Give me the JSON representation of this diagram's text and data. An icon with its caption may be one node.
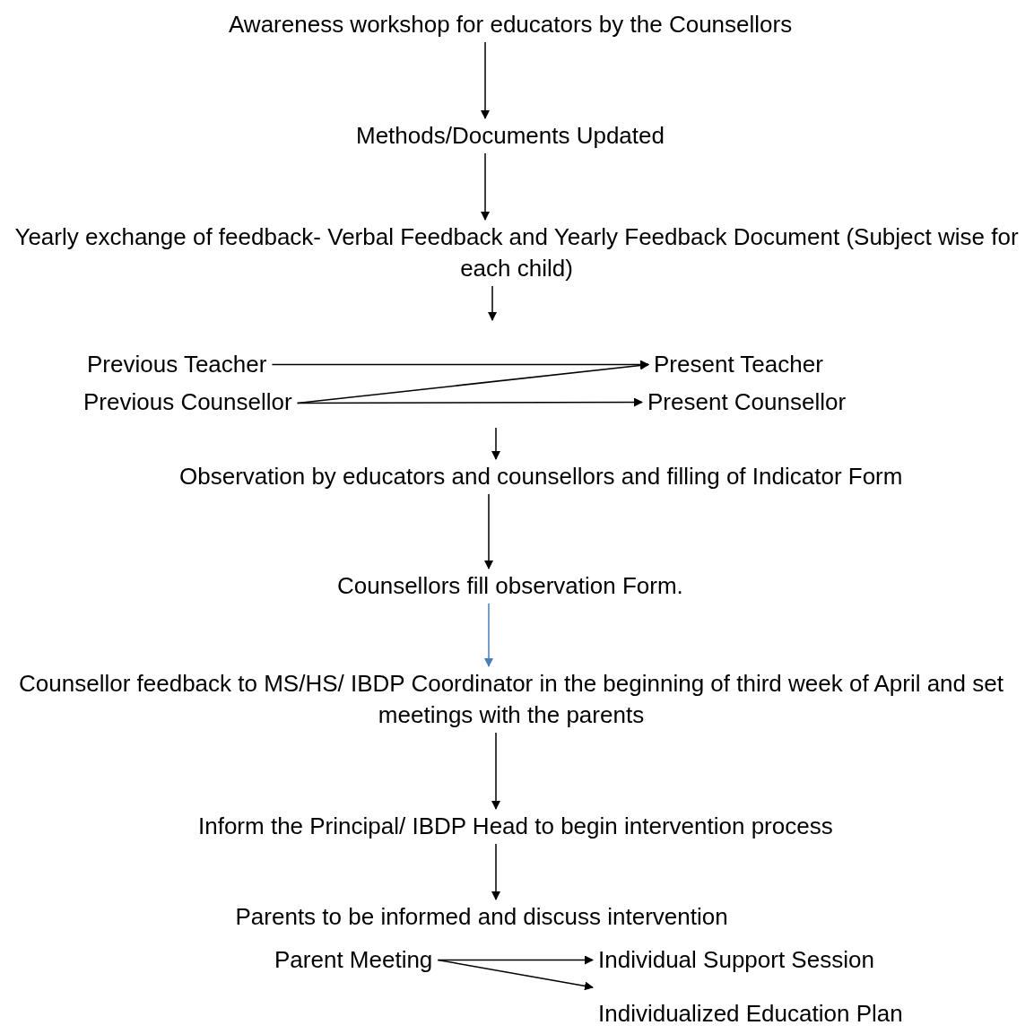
{
  "diagram": {
    "nodes": [
      {
        "text": [
          "Awareness workshop for educators by the Counsellors"
        ]
      },
      {
        "text": [
          "Methods/Documents Updated"
        ]
      },
      {
        "text": [
          "Yearly exchange of feedback- Verbal Feedback and Yearly Feedback Document (Subject wise for each child)"
        ]
      },
      {
        "text": [
          "Previous Teacher"
        ]
      },
      {
        "text": [
          "Present Teacher"
        ]
      },
      {
        "text": [
          "Previous Counsellor"
        ]
      },
      {
        "text": [
          "Present Counsellor"
        ]
      },
      {
        "text": [
          "Observation by educators and counsellors and filling of Indicator Form"
        ]
      },
      {
        "text": [
          "Counsellors fill observation Form."
        ]
      },
      {
        "text": [
          "Counsellor feedback to MS/HS/ IBDP Coordinator in the beginning of third week of April and set meetings with the parents"
        ]
      },
      {
        "text": [
          "Inform the Principal/ IBDP Head to begin intervention process"
        ]
      },
      {
        "text": [
          "Parents to be informed and discuss intervention"
        ]
      },
      {
        "text": [
          "Parent Meeting"
        ]
      },
      {
        "text": [
          "Individual Support Session"
        ]
      },
      {
        "text": [
          "Individualized Education Plan"
        ]
      }
    ],
    "edges": [
      {
        "from": 0,
        "to": 1,
        "arrow": "to"
      },
      {
        "from": 1,
        "to": 2,
        "arrow": "to"
      },
      {
        "from": 2,
        "to": null,
        "arrow": "to"
      },
      {
        "from": 3,
        "to": 4,
        "arrow": "to"
      },
      {
        "from": 5,
        "to": 4,
        "arrow": "to"
      },
      {
        "from": 5,
        "to": 6,
        "arrow": "to"
      },
      {
        "from": null,
        "to": 7,
        "arrow": "to"
      },
      {
        "from": 7,
        "to": 8,
        "arrow": "to"
      },
      {
        "from": 8,
        "to": 9,
        "arrow": "to",
        "color": "#4a7ebb"
      },
      {
        "from": 9,
        "to": 10,
        "arrow": "to"
      },
      {
        "from": 10,
        "to": 11,
        "arrow": "to"
      },
      {
        "from": 12,
        "to": 13,
        "arrow": "to"
      },
      {
        "from": 12,
        "to": 14,
        "arrow": "to"
      }
    ]
  }
}
